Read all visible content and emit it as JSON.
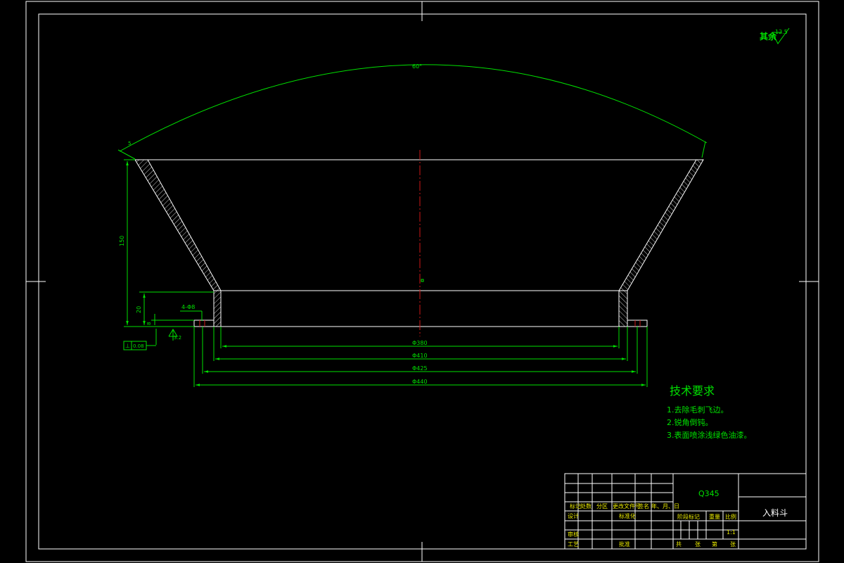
{
  "drawing": {
    "surface_roughness": {
      "prefix": "其余",
      "value": "12.5"
    },
    "angle_label": "60°",
    "thickness_label": "5",
    "height_label": "150",
    "flange_height_label": "20",
    "flange_thk_label": "8",
    "hole_label": "4-Φ8",
    "local_roughness": "3.2",
    "tolerance_frame": {
      "symbol": "⊥",
      "value": "0.08"
    },
    "dimensions": [
      "Φ380",
      "Φ410",
      "Φ425",
      "Φ440"
    ]
  },
  "tech_requirements": {
    "title": "技术要求",
    "items": [
      "1.去除毛刺飞边。",
      "2.锐角倒钝。",
      "3.表面喷涂浅绿色油漆。"
    ]
  },
  "title_block": {
    "material": "Q345",
    "part_name": "入料斗",
    "scale_label": "比例",
    "scale_value": "1:1",
    "stage_label": "阶段标记",
    "weight_label": "重量",
    "header_labels": [
      "标记",
      "处数",
      "分区",
      "更改文件号",
      "签名",
      "年、月、日"
    ],
    "design_label": "设计",
    "standard_label": "标准化",
    "review_label": "审核",
    "process_label": "工艺",
    "approve_label": "批准",
    "sheets_labels": [
      "共",
      "张",
      "第",
      "张"
    ]
  },
  "colors": {
    "outline": "#ffffff",
    "annotation": "#00e000",
    "centerline": "#d01818",
    "label_text": "#e8e800"
  }
}
